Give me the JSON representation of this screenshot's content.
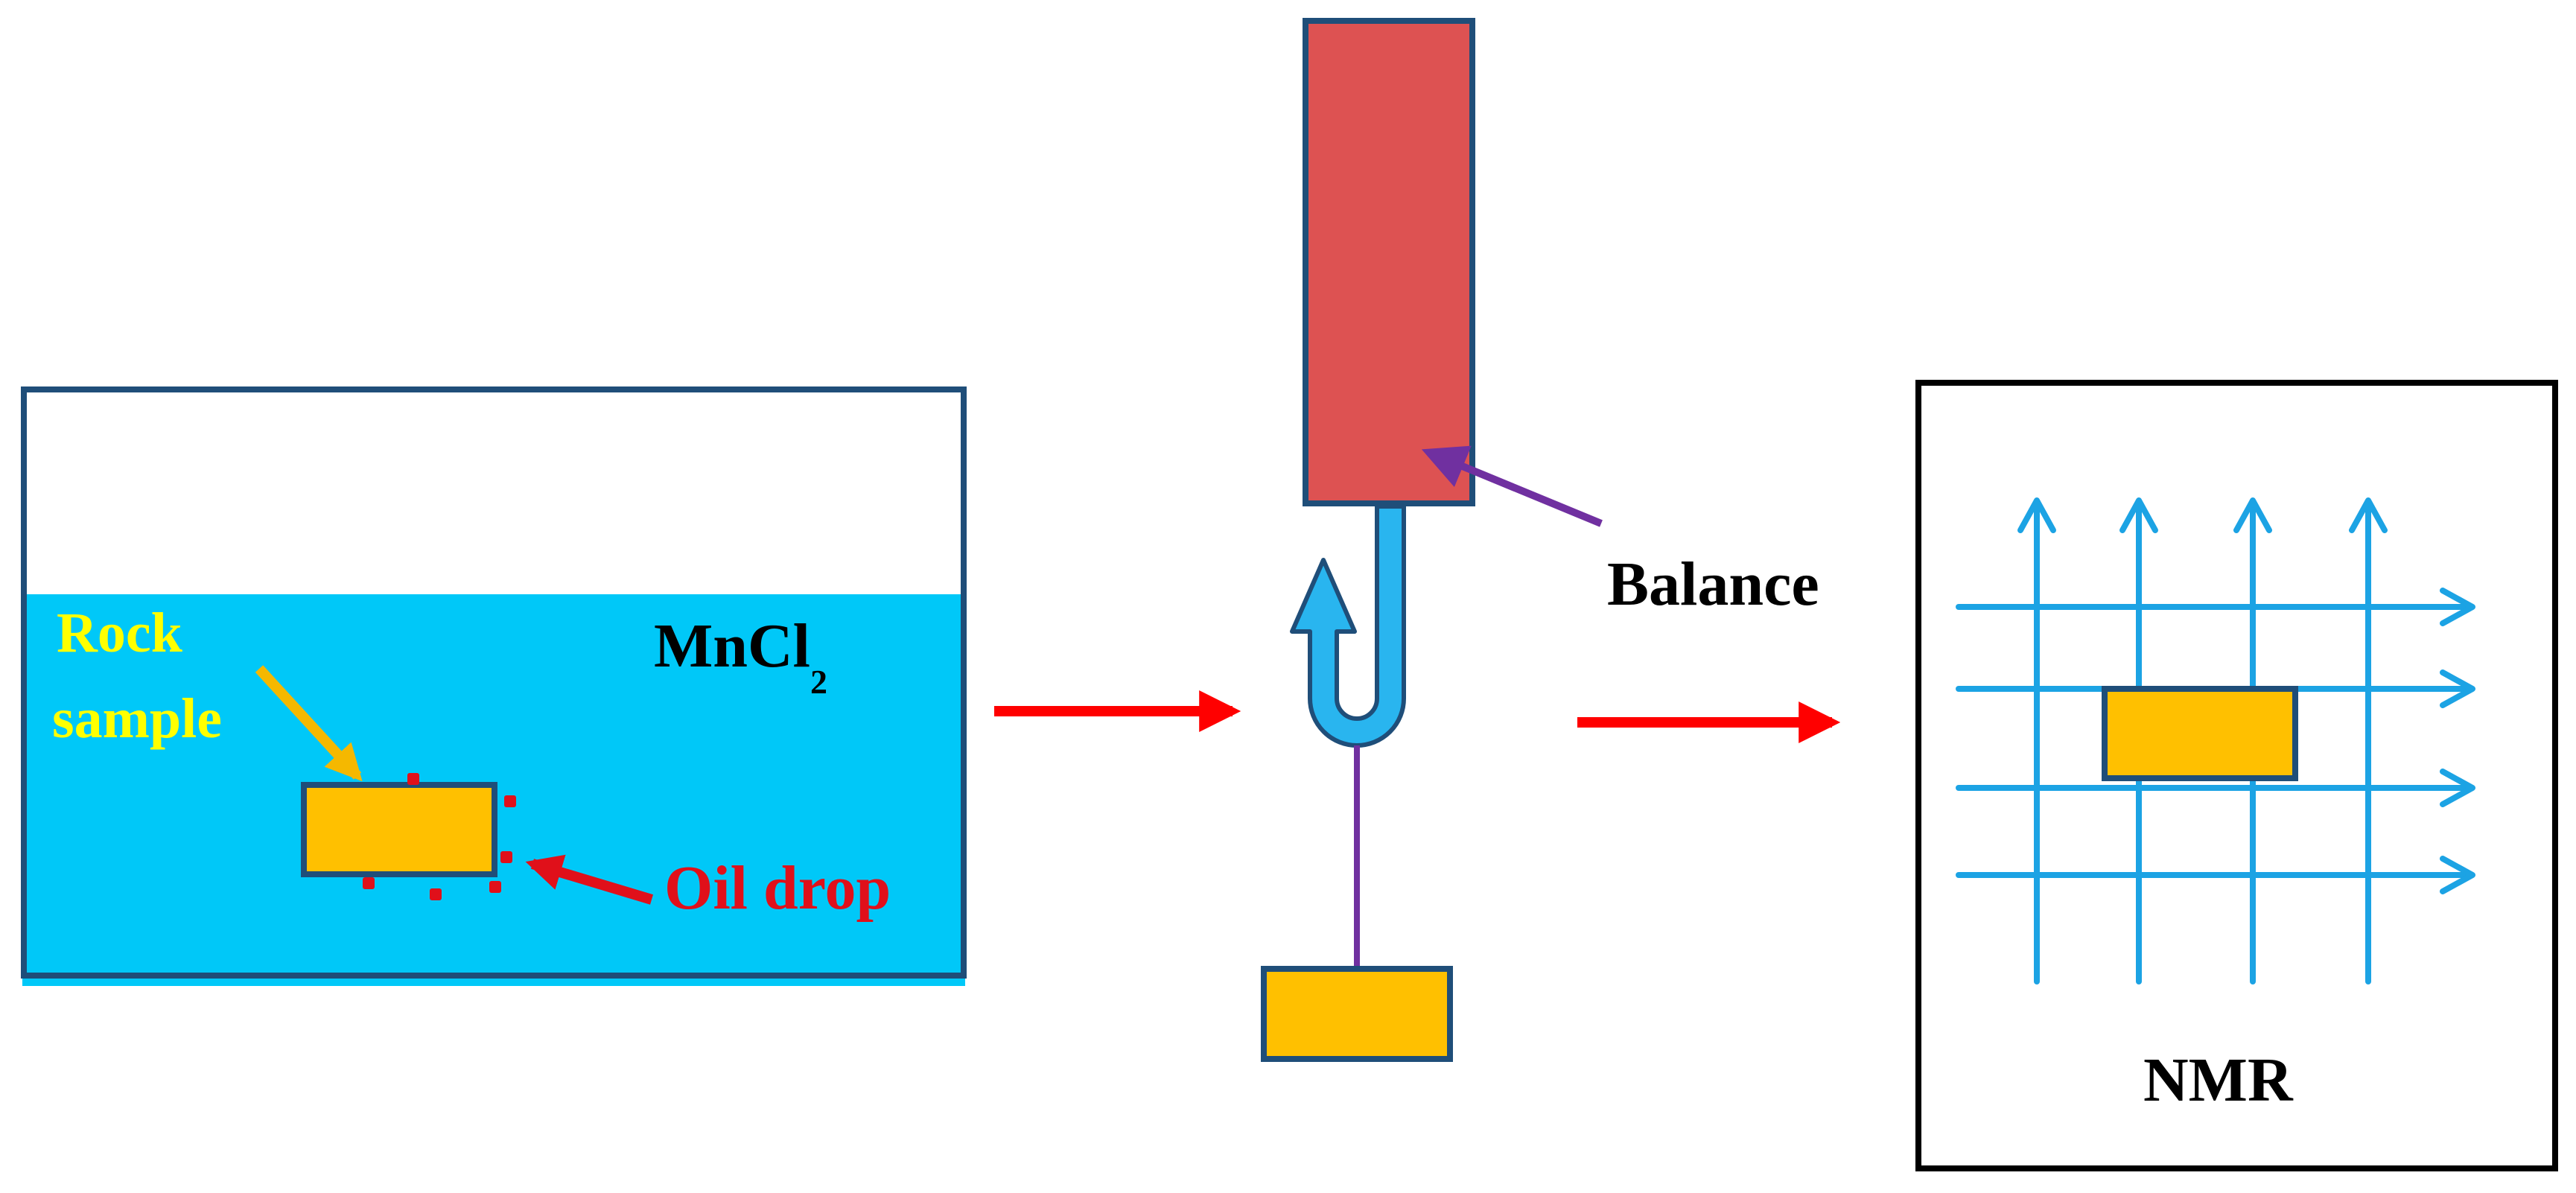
{
  "labels": {
    "rock_sample_line1": "Rock",
    "rock_sample_line2": "sample",
    "mncl_base": "MnCl",
    "mncl_subscript": "2",
    "oil_drop": "Oil drop",
    "balance": "Balance",
    "nmr": "NMR"
  },
  "colors": {
    "outline": "#1f4e79",
    "water": "#00c8f8",
    "rock": "#ffc000",
    "oil": "#e0101a",
    "balance_body": "#dd5252",
    "hook": "#29b5ef",
    "string": "#7030a0",
    "rock_label": "#ffff00",
    "rock_arrow": "#f5b800",
    "flow_arrow": "#ff0000",
    "field_line": "#1ca3e4",
    "text_dark": "#000000"
  },
  "icons": {
    "process_arrow_1": "right-arrow-icon",
    "process_arrow_2": "right-arrow-icon",
    "hook": "hook-up-arrow-icon"
  }
}
